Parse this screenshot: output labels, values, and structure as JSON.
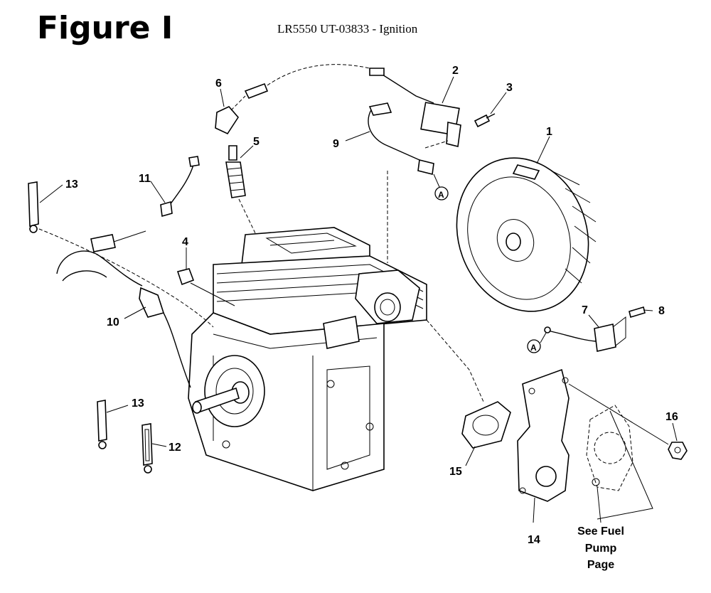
{
  "header": {
    "figure_title": "Figure I",
    "subtitle": "LR5550 UT-03833 - Ignition"
  },
  "parts": [
    {
      "callout": "1"
    },
    {
      "callout": "2"
    },
    {
      "callout": "3"
    },
    {
      "callout": "4"
    },
    {
      "callout": "5"
    },
    {
      "callout": "6"
    },
    {
      "callout": "7"
    },
    {
      "callout": "8"
    },
    {
      "callout": "9"
    },
    {
      "callout": "10"
    },
    {
      "callout": "11"
    },
    {
      "callout": "12"
    },
    {
      "callout": "13"
    },
    {
      "callout": "13"
    },
    {
      "callout": "14"
    },
    {
      "callout": "15"
    },
    {
      "callout": "16"
    }
  ],
  "connectors": [
    "A",
    "A"
  ],
  "note": {
    "line1": "See Fuel",
    "line2": "Pump",
    "line3": "Page"
  }
}
